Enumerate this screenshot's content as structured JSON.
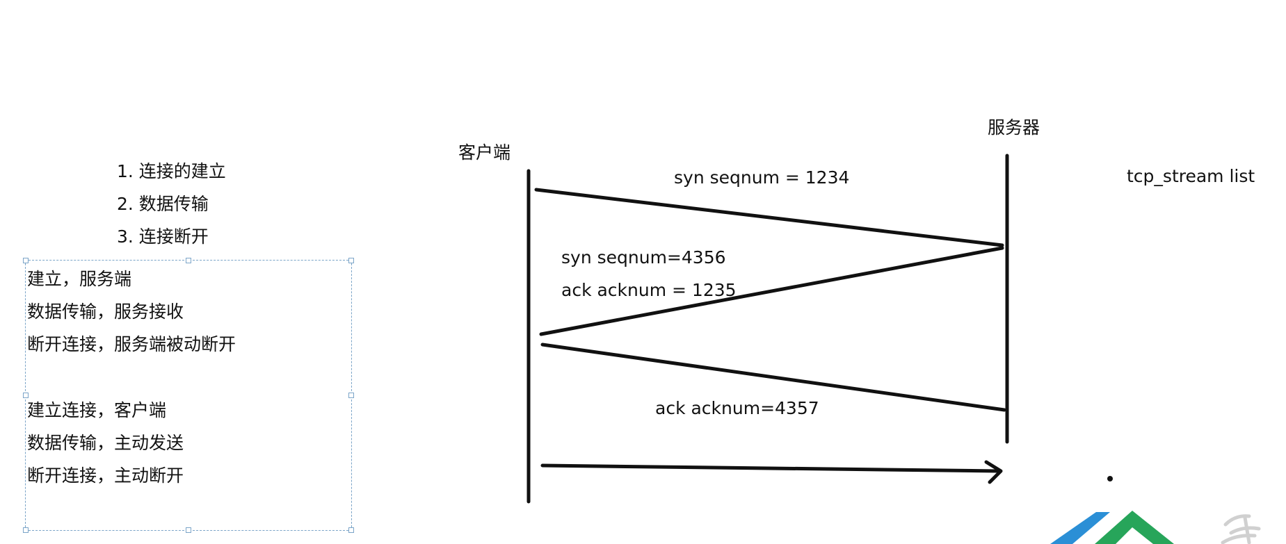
{
  "steps": [
    "1. 连接的建立",
    "2. 数据传输",
    "3. 连接断开"
  ],
  "notes": {
    "server": [
      "建立，服务端",
      "数据传输，服务接收",
      "断开连接，服务端被动断开"
    ],
    "client": [
      "建立连接，客户端",
      "数据传输，主动发送",
      "断开连接，主动断开"
    ]
  },
  "diagram": {
    "client_label": "客户端",
    "server_label": "服务器",
    "side_note": "tcp_stream list",
    "messages": [
      {
        "lines": [
          "syn seqnum = 1234"
        ]
      },
      {
        "lines": [
          "syn seqnum=4356",
          "ack acknum = 1235"
        ]
      },
      {
        "lines": [
          "ack acknum=4357"
        ]
      }
    ]
  },
  "colors": {
    "ink": "#111111",
    "selection_border": "#7aa4c8",
    "logo_blue": "#2b8fd6",
    "logo_green": "#27a55a"
  }
}
